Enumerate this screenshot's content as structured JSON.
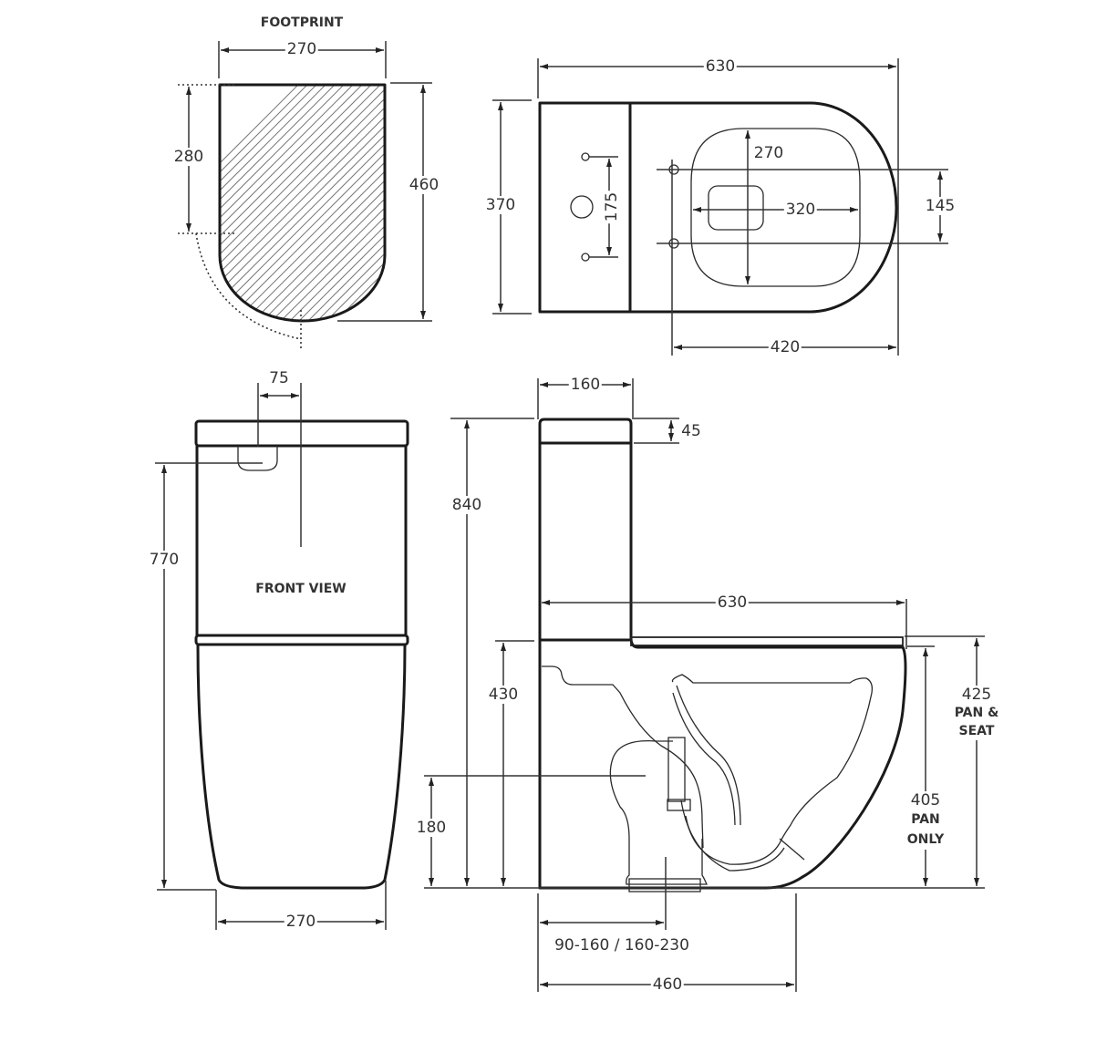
{
  "footprint": {
    "title": "FOOTPRINT",
    "width": "270",
    "depth_total": "460",
    "depth_straight": "280"
  },
  "top_view": {
    "overall_length": "630",
    "overall_width": "370",
    "cistern_holes_spacing": "175",
    "seat_opening_width": "270",
    "seat_opening_length": "320",
    "seat_hinge_spacing": "145",
    "hinge_to_front": "420"
  },
  "front_view": {
    "title": "FRONT VIEW",
    "button_offset": "75",
    "button_height": "770",
    "base_width": "270"
  },
  "side_view": {
    "cistern_depth": "160",
    "lid_thickness": "45",
    "overall_height": "840",
    "overall_length": "630",
    "cistern_base_height": "430",
    "outlet_height": "180",
    "pan_seat_height": "425",
    "pan_seat_label_1": "PAN &",
    "pan_seat_label_2": "SEAT",
    "pan_only_height": "405",
    "pan_only_label_1": "PAN",
    "pan_only_label_2": "ONLY",
    "set_out": "90-160 / 160-230",
    "base_length": "460"
  }
}
